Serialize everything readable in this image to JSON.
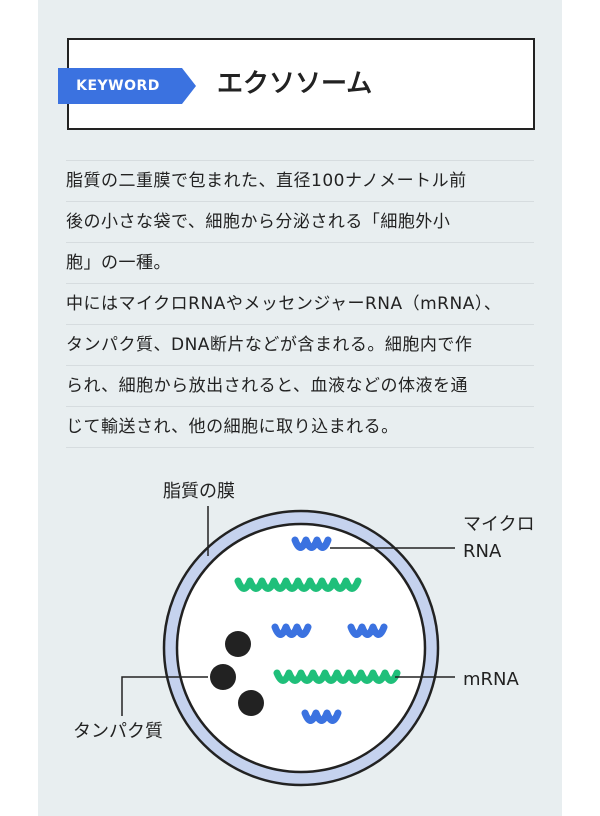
{
  "keyword": {
    "badge": "KEYWORD",
    "title": "エクソソーム"
  },
  "description": {
    "lines": [
      "脂質の二重膜で包まれた、直径100ナノメートル前",
      "後の小さな袋で、細胞から分泌される「細胞外小",
      "胞」の一種。",
      "中にはマイクロRNAやメッセンジャーRNA（mRNA）、",
      "タンパク質、DNA断片などが含まれる。細胞内で作",
      "られ、細胞から放出されると、血液などの体液を通",
      "じて輸送され、他の細胞に取り込まれる。"
    ]
  },
  "diagram": {
    "labels": {
      "membrane": "脂質の膜",
      "microrna_line1": "マイクロ",
      "microrna_line2": "RNA",
      "mrna": "mRNA",
      "protein": "タンパク質"
    }
  },
  "colors": {
    "badge": "#3b72e0",
    "membrane_ring": "#c5d2ee",
    "microrna": "#3b72e0",
    "mrna": "#1fbf7a",
    "protein": "#222222",
    "panel_bg": "#e8eef0"
  }
}
